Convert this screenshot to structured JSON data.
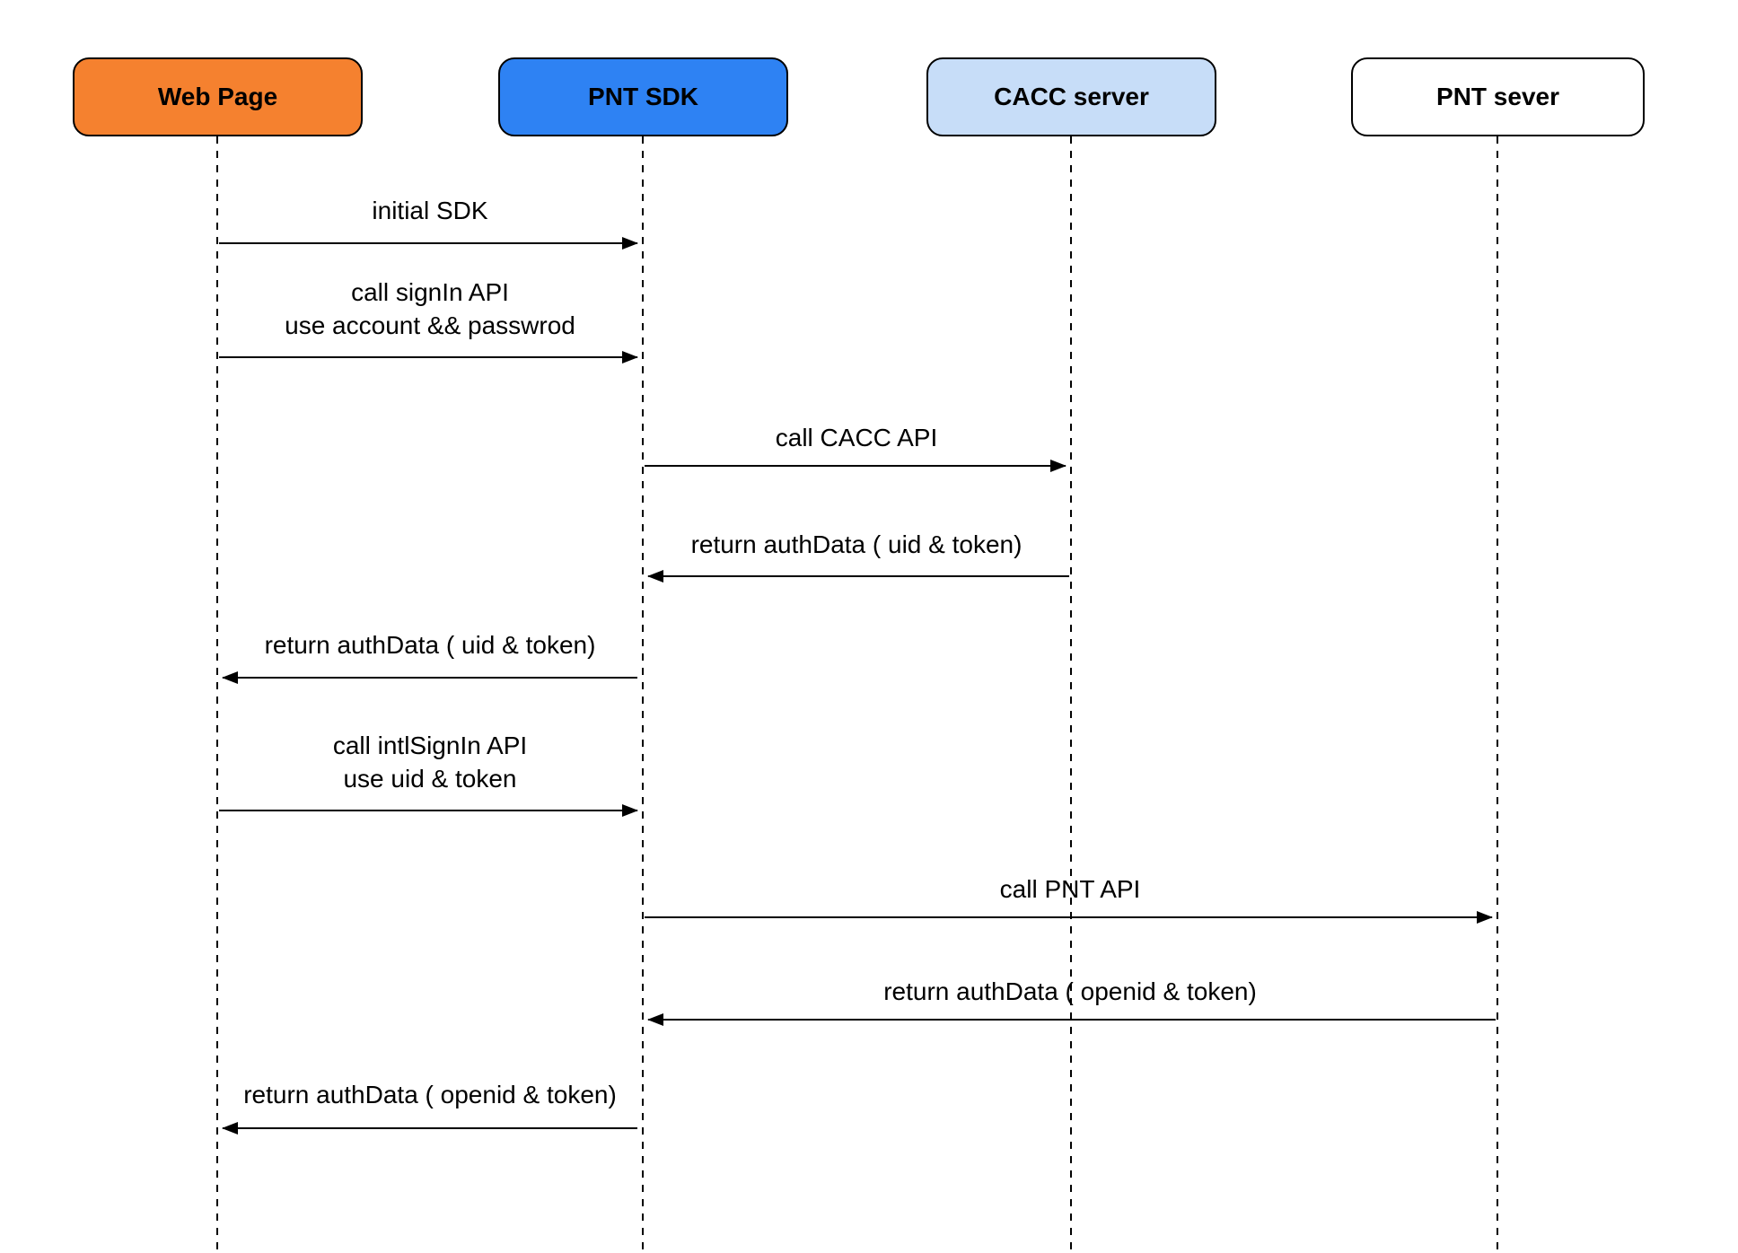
{
  "diagram_type": "sequence-diagram",
  "actors": [
    {
      "id": "web-page",
      "label": "Web Page",
      "fill": "#F5812F"
    },
    {
      "id": "pnt-sdk",
      "label": "PNT SDK",
      "fill": "#2E82F3"
    },
    {
      "id": "cacc-server",
      "label": "CACC server",
      "fill": "#C7DDF8"
    },
    {
      "id": "pnt-sever",
      "label": "PNT sever",
      "fill": "#FFFFFF"
    }
  ],
  "messages": [
    {
      "from": "Web Page",
      "to": "PNT SDK",
      "direction": "right",
      "lines": [
        "initial SDK"
      ]
    },
    {
      "from": "Web Page",
      "to": "PNT SDK",
      "direction": "right",
      "lines": [
        "call signIn API",
        "use account && passwrod"
      ]
    },
    {
      "from": "PNT SDK",
      "to": "CACC server",
      "direction": "right",
      "lines": [
        "call CACC API"
      ]
    },
    {
      "from": "CACC server",
      "to": "PNT SDK",
      "direction": "left",
      "lines": [
        "return authData ( uid & token)"
      ]
    },
    {
      "from": "PNT SDK",
      "to": "Web Page",
      "direction": "left",
      "lines": [
        "return authData ( uid & token)"
      ]
    },
    {
      "from": "Web Page",
      "to": "PNT SDK",
      "direction": "right",
      "lines": [
        "call intlSignIn API",
        "use uid & token"
      ]
    },
    {
      "from": "PNT SDK",
      "to": "PNT sever",
      "direction": "right",
      "lines": [
        "call PNT API"
      ]
    },
    {
      "from": "PNT sever",
      "to": "PNT SDK",
      "direction": "left",
      "lines": [
        "return authData ( openid & token)"
      ]
    },
    {
      "from": "PNT SDK",
      "to": "Web Page",
      "direction": "left",
      "lines": [
        "return authData ( openid & token)"
      ]
    }
  ],
  "colors": {
    "background": "#FFFFFF",
    "line": "#000000",
    "text": "#000000",
    "actor_web_page": "#F5812F",
    "actor_pnt_sdk": "#2E82F3",
    "actor_cacc_server": "#C7DDF8",
    "actor_pnt_sever": "#FFFFFF"
  }
}
